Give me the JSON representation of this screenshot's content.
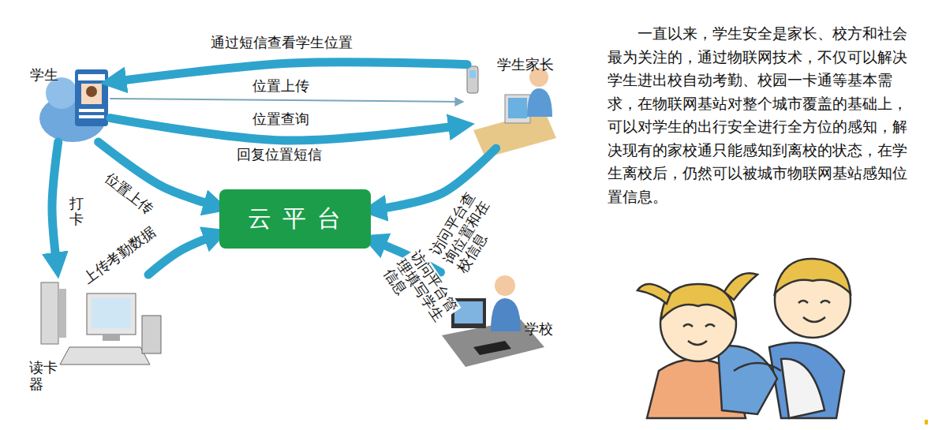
{
  "diagram": {
    "nodes": [
      {
        "text": [
          "学生"
        ]
      },
      {
        "text": [
          "学生家长"
        ]
      },
      {
        "text": [
          "云 平 台"
        ]
      },
      {
        "text": [
          "读卡器"
        ]
      },
      {
        "text": [
          "学校"
        ]
      }
    ],
    "edges": [
      {
        "from": 1,
        "to": 0,
        "label": "通过短信查看学生位置",
        "arrow": "to"
      },
      {
        "from": 0,
        "to": 1,
        "label": "位置上传",
        "arrow": "to"
      },
      {
        "from": 0,
        "to": 1,
        "label": "位置查询",
        "arrow": "to"
      },
      {
        "from": 0,
        "to": 2,
        "label": "位置上传",
        "arrow": "to"
      },
      {
        "from": 0,
        "to": 3,
        "label": "打卡",
        "arrow": "to"
      },
      {
        "from": 3,
        "to": 2,
        "label": "上传考勤数据",
        "arrow": "to"
      },
      {
        "from": 1,
        "to": 2,
        "label": "访问平台查询位置和在校信息",
        "arrow": "to"
      },
      {
        "from": 4,
        "to": 2,
        "label": "访问平台管理填写学生信息",
        "arrow": "to"
      }
    ],
    "labels": [
      "回复位置短信",
      "一直以来，学生安全是家长、校方和社会最为关注的，通过物联网技术，不仅可以解决学生进出校自动考勤、校园一卡通等基本需求，在物联网基站对整个城市覆盖的基础上，可以对学生的出行安全进行全方位的感知，解决现有的家校通只能感知到离校的状态，在学生离校后，仍然可以被城市物联网基站感知位置信息。"
    ]
  }
}
